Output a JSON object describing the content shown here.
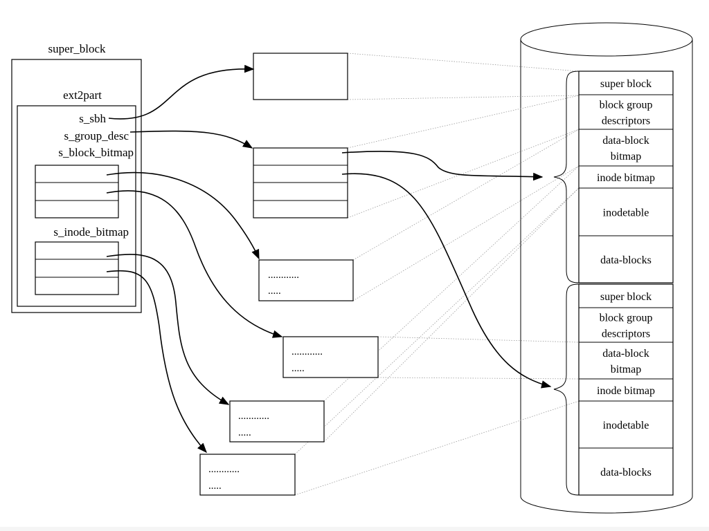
{
  "labels": {
    "super_block": "super_block",
    "ext2part": "ext2part",
    "s_sbh": "s_sbh",
    "s_group_desc": "s_group_desc",
    "s_block_bitmap": "s_block_bitmap",
    "s_inode_bitmap": "s_inode_bitmap"
  },
  "buffer_text": {
    "line1": "............",
    "line2": "....."
  },
  "disk_groups": [
    {
      "cells": [
        {
          "line1": "super block"
        },
        {
          "line1": "block group",
          "line2": "descriptors"
        },
        {
          "line1": "data-block",
          "line2": "bitmap"
        },
        {
          "line1": "inode bitmap"
        },
        {
          "line1": "inodetable"
        },
        {
          "line1": "data-blocks"
        }
      ]
    },
    {
      "cells": [
        {
          "line1": "super block"
        },
        {
          "line1": "block group",
          "line2": "descriptors"
        },
        {
          "line1": "data-block",
          "line2": "bitmap"
        },
        {
          "line1": "inode bitmap"
        },
        {
          "line1": "inodetable"
        },
        {
          "line1": "data-blocks"
        }
      ]
    }
  ]
}
